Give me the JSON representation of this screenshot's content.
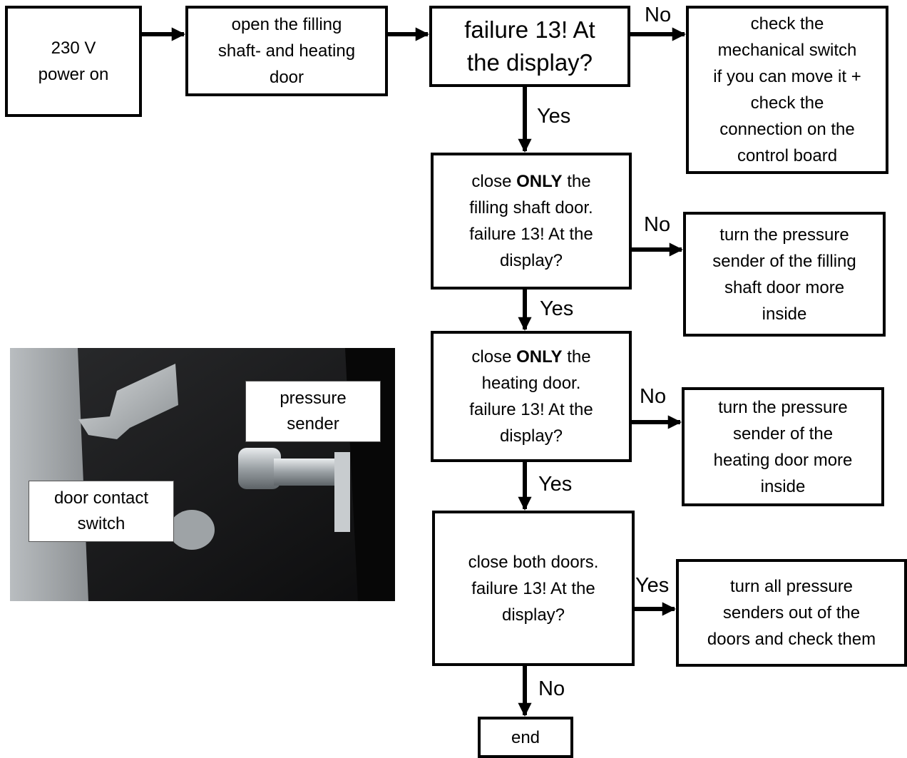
{
  "boxes": {
    "power_on": [
      "230 V",
      "power on"
    ],
    "open_doors": [
      "open the filling",
      "shaft- and heating",
      "door"
    ],
    "q1": [
      "failure 13! At",
      "the display?"
    ],
    "check_switch": [
      "check the",
      "mechanical switch",
      "if you can move it +",
      "check the",
      "connection on the",
      "control board"
    ],
    "q2": {
      "pre": "close ",
      "bold": "ONLY",
      "post": " the",
      "lines": [
        "filling shaft door.",
        "failure 13! At the",
        "display?"
      ]
    },
    "fix_filling": [
      "turn the pressure",
      "sender of the filling",
      "shaft door more",
      "inside"
    ],
    "q3": {
      "pre": "close ",
      "bold": "ONLY",
      "post": " the",
      "lines": [
        "heating door.",
        "failure 13! At the",
        "display?"
      ]
    },
    "fix_heating": [
      "turn the pressure",
      "sender of the",
      "heating door more",
      "inside"
    ],
    "q4": [
      "close both doors.",
      "failure 13! At the",
      "display?"
    ],
    "fix_all": [
      "turn all pressure",
      "senders out of the",
      "doors and check them"
    ],
    "end": "end"
  },
  "labels": {
    "q1_no": "No",
    "q1_yes": "Yes",
    "q2_no": "No",
    "q2_yes": "Yes",
    "q3_no": "No",
    "q3_yes": "Yes",
    "q4_yes": "Yes",
    "q4_no": "No"
  },
  "photo": {
    "callout_pressure": [
      "pressure",
      "sender"
    ],
    "callout_door": [
      "door contact",
      "switch"
    ]
  }
}
